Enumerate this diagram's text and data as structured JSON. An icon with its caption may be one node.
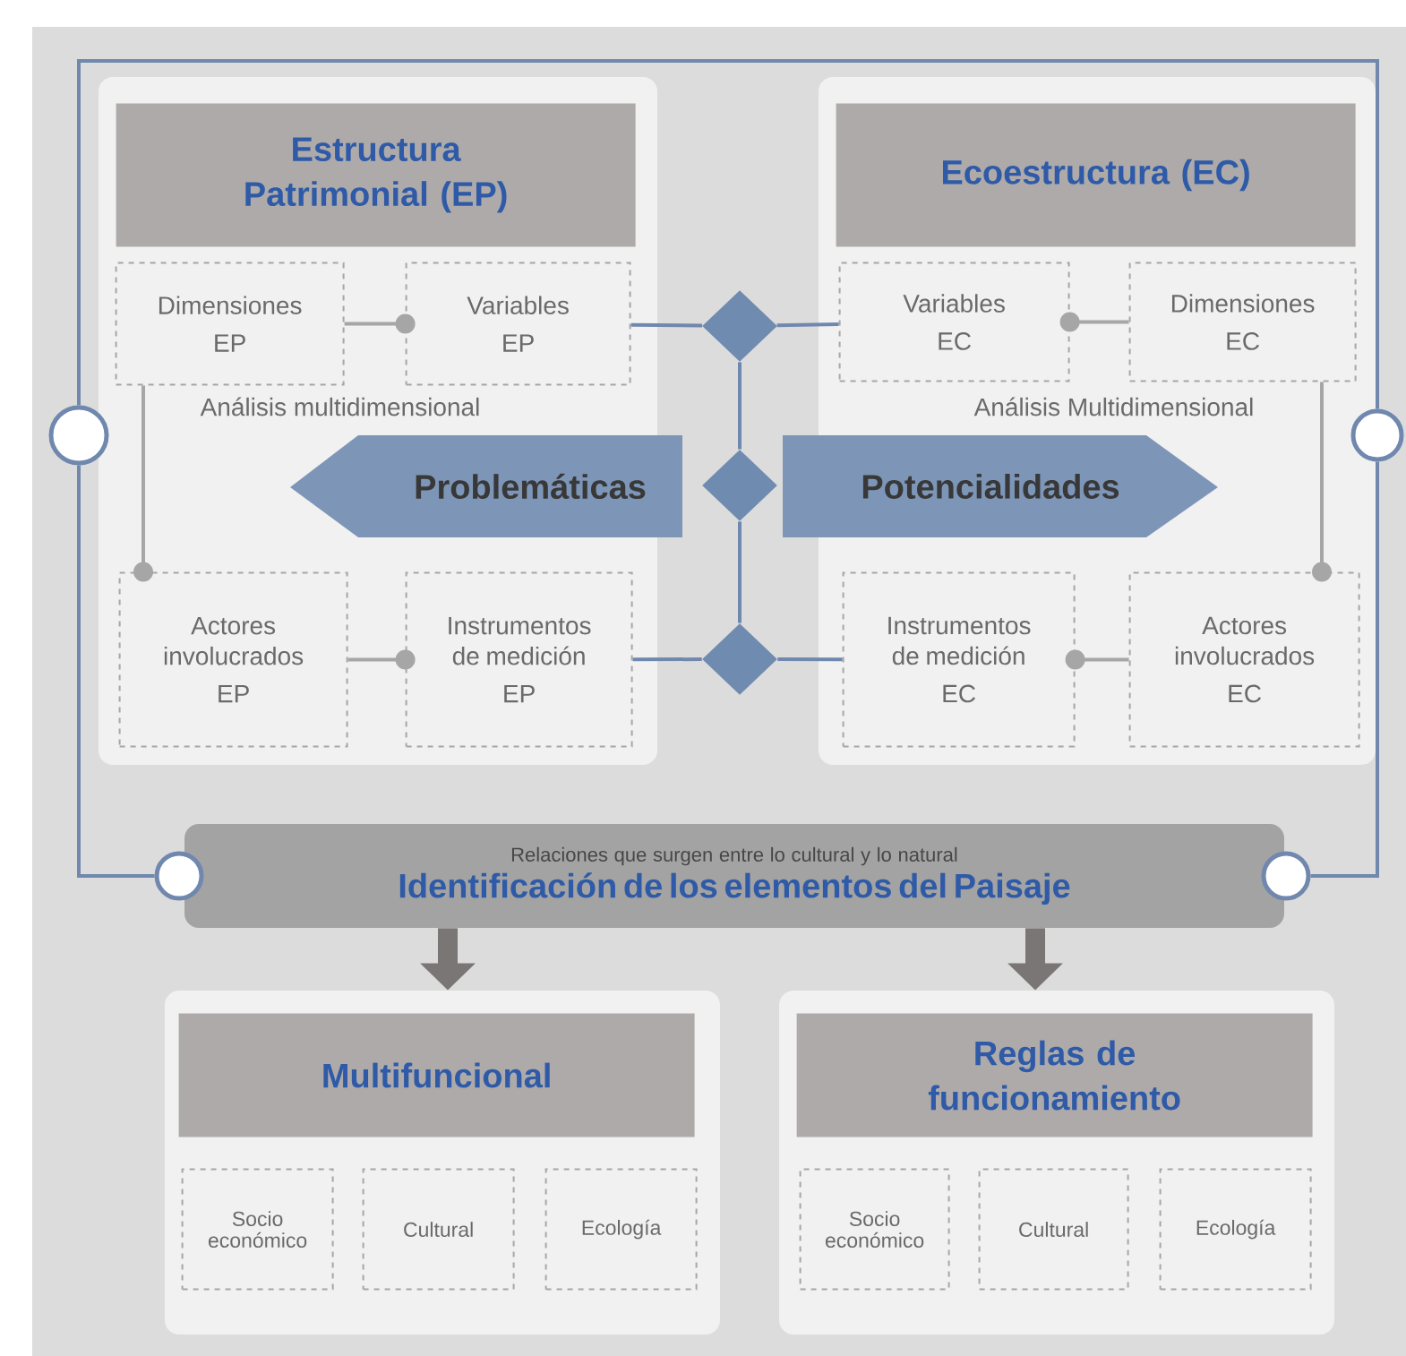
{
  "diagram": {
    "nodes": [
      {
        "text": [],
        "shape": "box"
      },
      {
        "text": [
          "Estructura Patrimonial (EP)"
        ],
        "in": 0
      },
      {
        "text": [
          "Dimensiones",
          "EP"
        ],
        "in": 0
      },
      {
        "text": [
          "Variables",
          "EP"
        ],
        "in": 0
      },
      {
        "text": [
          "Actores involucrados",
          "EP"
        ],
        "in": 0
      },
      {
        "text": [
          "Instrumentos de medición",
          "EP"
        ],
        "in": 0
      },
      {
        "text": [],
        "shape": "box"
      },
      {
        "text": [
          "Ecoestructura (EC)"
        ],
        "in": 6
      },
      {
        "text": [
          "Variables",
          "EC"
        ],
        "in": 6
      },
      {
        "text": [
          "Dimensiones",
          "EC"
        ],
        "in": 6
      },
      {
        "text": [
          "Instrumentos de medición",
          "EC"
        ],
        "in": 6
      },
      {
        "text": [
          "Actores involucrados",
          "EC"
        ],
        "in": 6
      },
      {
        "text": [
          "Problemáticas"
        ]
      },
      {
        "text": [
          "Potencialidades"
        ]
      },
      {
        "text": [],
        "shape": "diamond"
      },
      {
        "text": [],
        "shape": "diamond"
      },
      {
        "text": [],
        "shape": "diamond"
      },
      {
        "text": [],
        "shape": "circle"
      },
      {
        "text": [],
        "shape": "circle"
      },
      {
        "text": [
          "Relaciones que surgen entre lo cultural y lo natural",
          "Identificación de los elementos del Paisaje"
        ]
      },
      {
        "text": [],
        "shape": "circle"
      },
      {
        "text": [],
        "shape": "circle"
      },
      {
        "text": [],
        "shape": "box"
      },
      {
        "text": [
          "Multifuncional"
        ],
        "in": 22
      },
      {
        "text": [
          "Socio económico"
        ],
        "in": 22
      },
      {
        "text": [
          "Cultural"
        ],
        "in": 22
      },
      {
        "text": [
          "Ecología"
        ],
        "in": 22
      },
      {
        "text": [],
        "shape": "box"
      },
      {
        "text": [
          "Reglas de funcionamiento"
        ],
        "in": 27
      },
      {
        "text": [
          "Socio económico"
        ],
        "in": 27
      },
      {
        "text": [
          "Cultural"
        ],
        "in": 27
      },
      {
        "text": [
          "Ecología"
        ],
        "in": 27
      }
    ],
    "edges": [
      {
        "from": 2,
        "to": 3,
        "arrow": "other",
        "color": "#a6a6a6"
      },
      {
        "from": 2,
        "to": 4,
        "arrow": "other",
        "color": "#a6a6a6"
      },
      {
        "from": 4,
        "to": 5,
        "arrow": "other",
        "color": "#a6a6a6"
      },
      {
        "from": 9,
        "to": 8,
        "arrow": "other",
        "color": "#a6a6a6"
      },
      {
        "from": 9,
        "to": 11,
        "arrow": "other",
        "color": "#a6a6a6"
      },
      {
        "from": 11,
        "to": 10,
        "arrow": "other",
        "color": "#a6a6a6"
      },
      {
        "from": 3,
        "to": 14,
        "arrow": "none"
      },
      {
        "from": 14,
        "to": 8,
        "arrow": "none"
      },
      {
        "from": 5,
        "to": 16,
        "arrow": "none"
      },
      {
        "from": 16,
        "to": 10,
        "arrow": "none"
      },
      {
        "from": 14,
        "to": 15,
        "arrow": "none"
      },
      {
        "from": 15,
        "to": 16,
        "arrow": "none"
      },
      {
        "from": 17,
        "to": 18,
        "arrow": "none"
      },
      {
        "from": 17,
        "to": 20,
        "arrow": "none"
      },
      {
        "from": 18,
        "to": 21,
        "arrow": "none"
      },
      {
        "from": 19,
        "to": 22,
        "arrow": "to",
        "style": "thick",
        "color": "#7a7676"
      },
      {
        "from": 19,
        "to": 27,
        "arrow": "to",
        "style": "thick",
        "color": "#7a7676"
      }
    ],
    "labels": [
      "Análisis multidimensional",
      "Análisis Multidimensional"
    ]
  }
}
